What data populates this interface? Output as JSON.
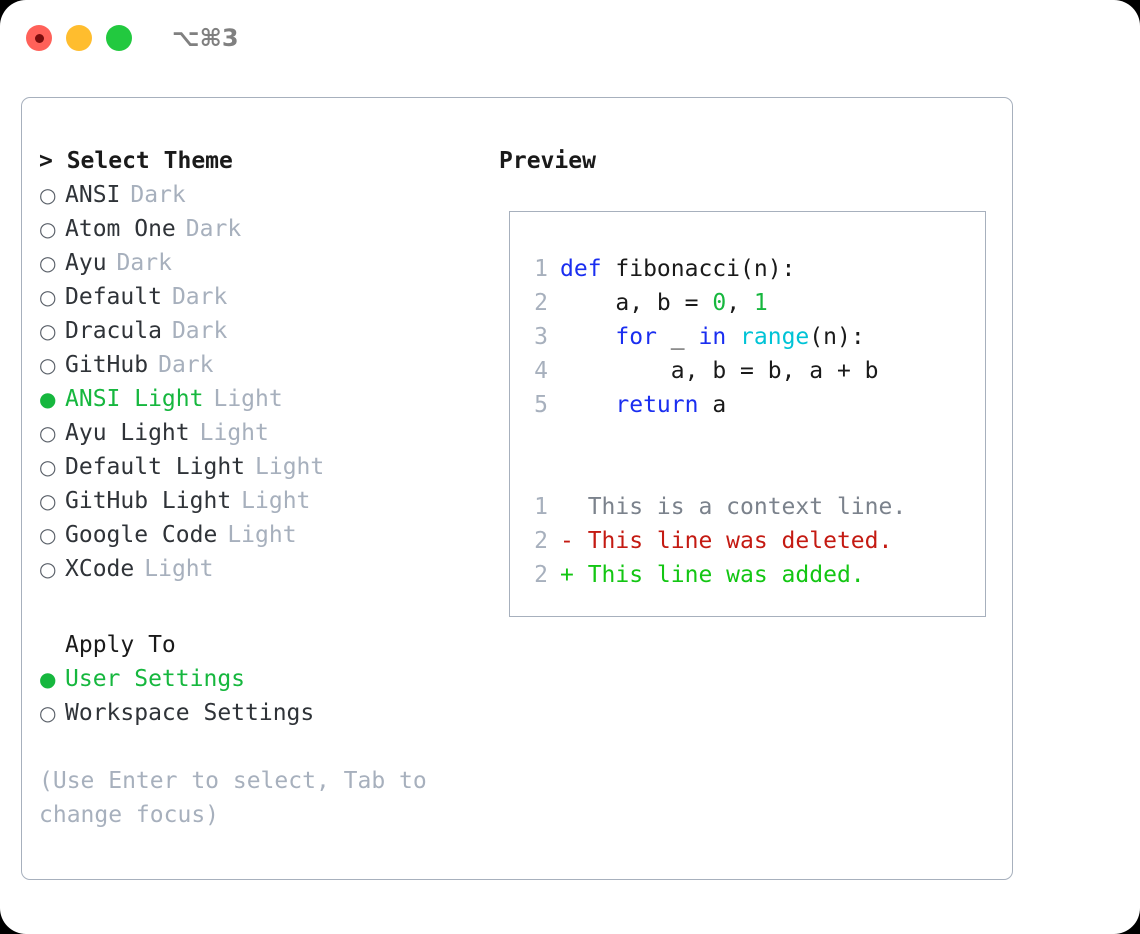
{
  "window": {
    "traffic_lights": [
      {
        "name": "close",
        "color": "#ff6159"
      },
      {
        "name": "minimize",
        "color": "#ffbd2e"
      },
      {
        "name": "maximize",
        "color": "#22c93f"
      }
    ],
    "shortcut": "⌥⌘3"
  },
  "theme_panel": {
    "header": "> Select Theme",
    "items": [
      {
        "marker": "○",
        "label": "ANSI",
        "badge": "Dark",
        "selected": false
      },
      {
        "marker": "○",
        "label": "Atom One",
        "badge": "Dark",
        "selected": false
      },
      {
        "marker": "○",
        "label": "Ayu",
        "badge": "Dark",
        "selected": false
      },
      {
        "marker": "○",
        "label": "Default",
        "badge": "Dark",
        "selected": false
      },
      {
        "marker": "○",
        "label": "Dracula",
        "badge": "Dark",
        "selected": false
      },
      {
        "marker": "○",
        "label": "GitHub",
        "badge": "Dark",
        "selected": false
      },
      {
        "marker": "●",
        "label": "ANSI Light",
        "badge": "Light",
        "selected": true
      },
      {
        "marker": "○",
        "label": "Ayu Light",
        "badge": "Light",
        "selected": false
      },
      {
        "marker": "○",
        "label": "Default Light",
        "badge": "Light",
        "selected": false
      },
      {
        "marker": "○",
        "label": "GitHub Light",
        "badge": "Light",
        "selected": false
      },
      {
        "marker": "○",
        "label": "Google Code",
        "badge": "Light",
        "selected": false
      },
      {
        "marker": "○",
        "label": "XCode",
        "badge": "Light",
        "selected": false
      }
    ]
  },
  "apply_to": {
    "header": "Apply To",
    "items": [
      {
        "marker": "●",
        "label": "User Settings",
        "selected": true
      },
      {
        "marker": "○",
        "label": "Workspace Settings",
        "selected": false
      }
    ]
  },
  "hint": "(Use Enter to select, Tab to change focus)",
  "preview": {
    "title": "Preview",
    "code_lines": [
      {
        "no": "1",
        "tokens": [
          {
            "t": "def ",
            "c": "tok-kw"
          },
          {
            "t": "fibonacci(n):",
            "c": "tok-plain"
          }
        ]
      },
      {
        "no": "2",
        "tokens": [
          {
            "t": "    a, b = ",
            "c": "tok-plain"
          },
          {
            "t": "0",
            "c": "tok-num"
          },
          {
            "t": ", ",
            "c": "tok-plain"
          },
          {
            "t": "1",
            "c": "tok-num"
          }
        ]
      },
      {
        "no": "3",
        "tokens": [
          {
            "t": "    ",
            "c": "tok-plain"
          },
          {
            "t": "for",
            "c": "tok-kw"
          },
          {
            "t": " _ ",
            "c": "tok-plain"
          },
          {
            "t": "in",
            "c": "tok-kw"
          },
          {
            "t": " ",
            "c": "tok-plain"
          },
          {
            "t": "range",
            "c": "tok-fn"
          },
          {
            "t": "(n):",
            "c": "tok-plain"
          }
        ]
      },
      {
        "no": "4",
        "tokens": [
          {
            "t": "        a, b = b, a + b",
            "c": "tok-plain"
          }
        ]
      },
      {
        "no": "5",
        "tokens": [
          {
            "t": "    ",
            "c": "tok-plain"
          },
          {
            "t": "return",
            "c": "tok-kw"
          },
          {
            "t": " a",
            "c": "tok-plain"
          }
        ]
      }
    ],
    "diff_lines": [
      {
        "no": "1",
        "text": "  This is a context line.",
        "cls": "diff-ctx"
      },
      {
        "no": "2",
        "text": "- This line was deleted.",
        "cls": "diff-del"
      },
      {
        "no": "2",
        "text": "+ This line was added.",
        "cls": "diff-add"
      }
    ]
  },
  "colors": {
    "accent_green": "#16b73e",
    "keyword_blue": "#1a2ef0",
    "function_cyan": "#00c3d6",
    "diff_delete": "#c41a12",
    "diff_add": "#13c613",
    "muted": "#a7b0bd",
    "border": "#a7b0bd"
  }
}
